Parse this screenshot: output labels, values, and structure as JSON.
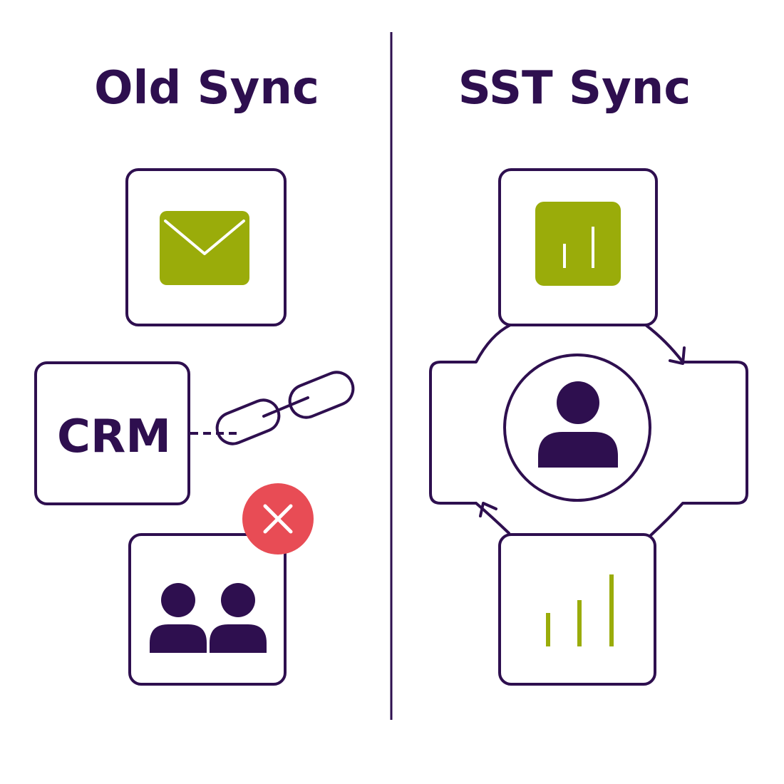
{
  "colors": {
    "ink": "#2e0f4f",
    "accent_green": "#9aac0a",
    "error_red": "#e84c55",
    "background": "#ffffff"
  },
  "left_panel": {
    "title": "Old Sync",
    "crm_label": "CRM",
    "icons": [
      "envelope-icon",
      "broken-chain-link-icon",
      "error-x-icon",
      "user-group-icon"
    ]
  },
  "right_panel": {
    "title": "SST Sync",
    "icons": [
      "bar-chart-icon",
      "user-icon",
      "cycle-arrow-icon",
      "bar-chart-icon"
    ]
  }
}
